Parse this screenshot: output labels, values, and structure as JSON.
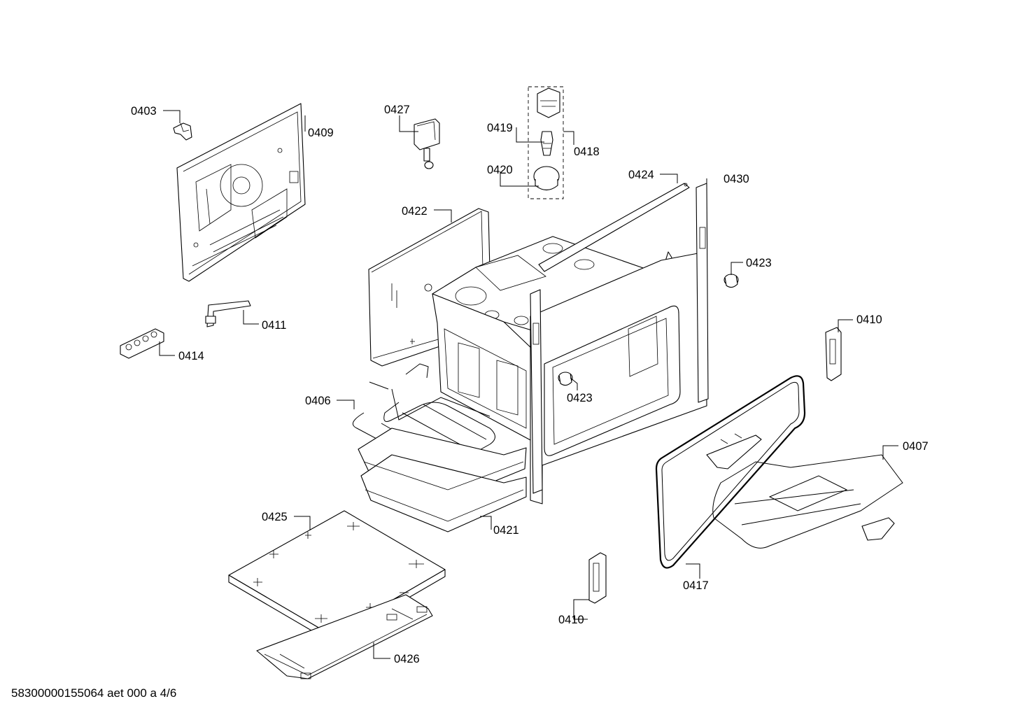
{
  "parts": {
    "p0403": "0403",
    "p0409": "0409",
    "p0427": "0427",
    "p0419": "0419",
    "p0418": "0418",
    "p0420": "0420",
    "p0424": "0424",
    "p0430": "0430",
    "p0422": "0422",
    "p0423a": "0423",
    "p0423b": "0423",
    "p0411": "0411",
    "p0414": "0414",
    "p0410a": "0410",
    "p0410b": "0410",
    "p0406": "0406",
    "p0407": "0407",
    "p0421": "0421",
    "p0425": "0425",
    "p0417": "0417",
    "p0426": "0426"
  },
  "footer": {
    "document_id": "58300000155064 aet 000 a 4/6"
  }
}
